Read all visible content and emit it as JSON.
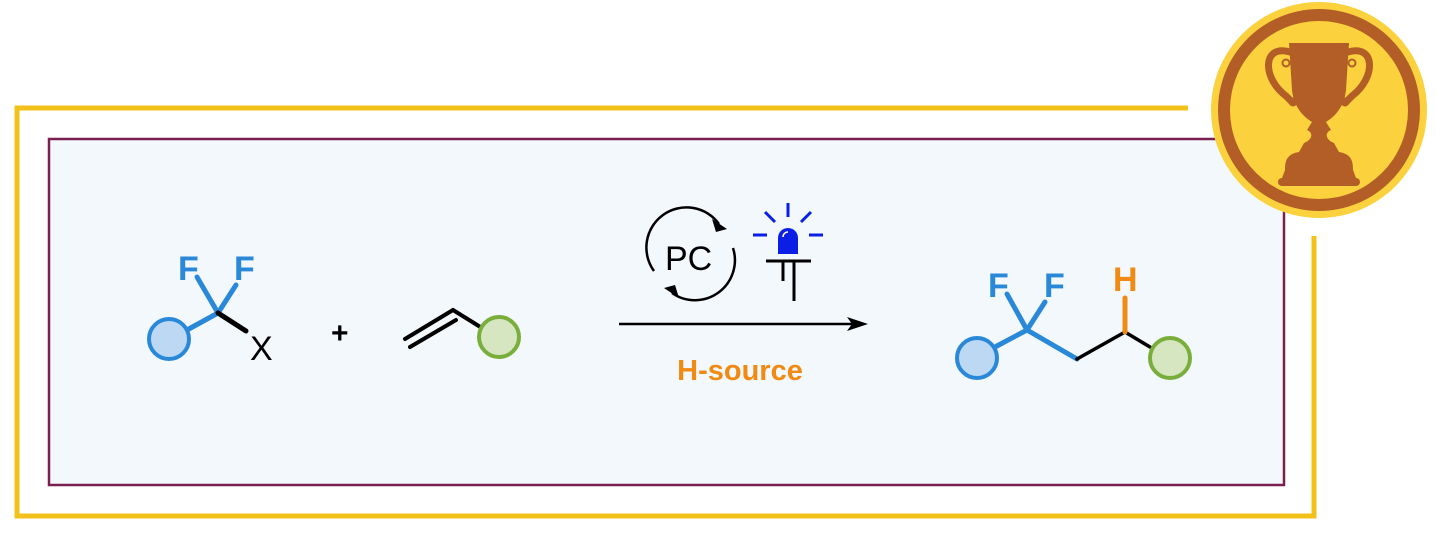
{
  "scheme": {
    "reactant1": {
      "atoms": {
        "f1": "F",
        "f2": "F",
        "leaving_group": "X"
      },
      "substituent": "blue-circle"
    },
    "plus": "+",
    "reactant2": {
      "substituent": "green-circle",
      "type": "alkene"
    },
    "conditions": {
      "catalyst": "PC",
      "light": "blue LED",
      "reagent": "H-source"
    },
    "product": {
      "atoms": {
        "f1": "F",
        "f2": "F",
        "h": "H"
      }
    },
    "badge": "trophy-icon"
  },
  "colors": {
    "outer_frame": "#f2c21b",
    "inner_frame": "#7a1f4f",
    "panel_bg": "#f3f8fd",
    "blue": "#2a88d8",
    "blue_fill": "#bcd8f2",
    "green": "#7aae3c",
    "green_fill": "#d6e6c0",
    "orange": "#f08a12",
    "led_blue": "#0a1ee6",
    "badge_gold": "#fbd23e",
    "badge_brown": "#b35e26"
  }
}
